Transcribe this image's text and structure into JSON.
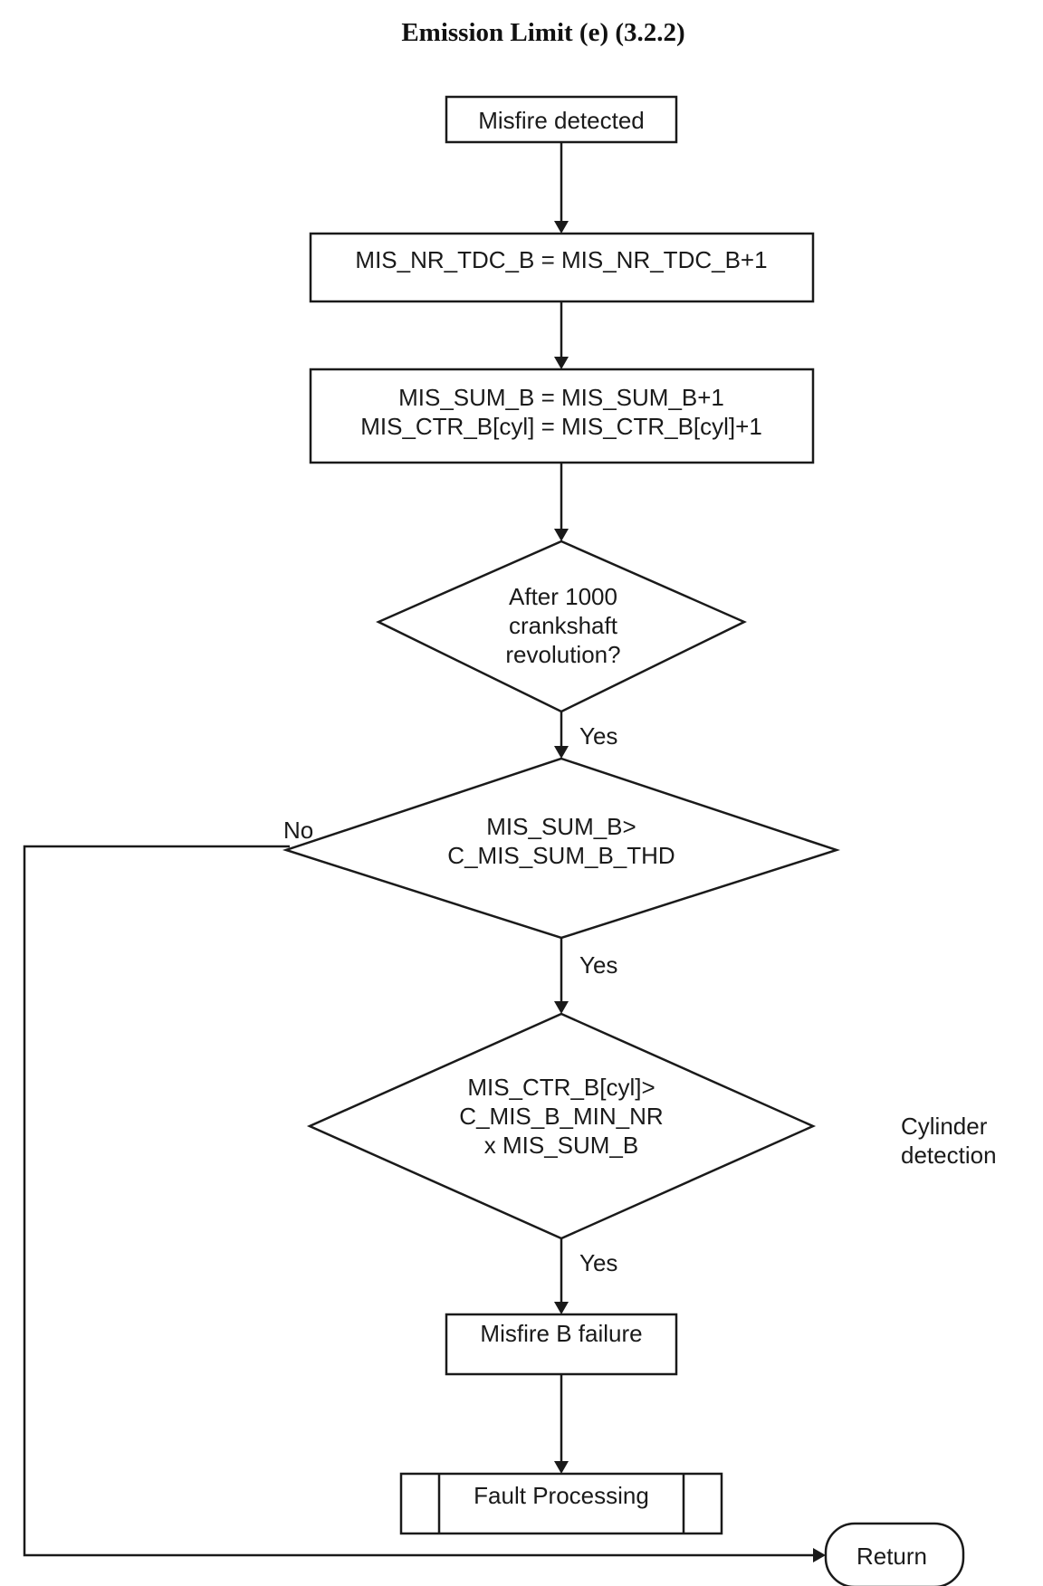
{
  "title": "Emission Limit (e) (3.2.2)",
  "nodes": {
    "misfire_detected": {
      "lines": [
        "Misfire detected"
      ]
    },
    "tdc_increment": {
      "lines": [
        "MIS_NR_TDC_B = MIS_NR_TDC_B+1"
      ]
    },
    "sum_ctr_increment": {
      "lines": [
        "MIS_SUM_B = MIS_SUM_B+1",
        "MIS_CTR_B[cyl] = MIS_CTR_B[cyl]+1"
      ]
    },
    "decision_revolutions": {
      "lines": [
        "After 1000",
        "crankshaft",
        "revolution?"
      ]
    },
    "decision_sum_threshold": {
      "lines": [
        "MIS_SUM_B>",
        "C_MIS_SUM_B_THD"
      ]
    },
    "decision_cylinder": {
      "lines": [
        "MIS_CTR_B[cyl]>",
        "C_MIS_B_MIN_NR",
        "x MIS_SUM_B"
      ]
    },
    "misfire_failure": {
      "lines": [
        "Misfire B failure"
      ]
    },
    "fault_processing": {
      "lines": [
        "Fault Processing"
      ]
    },
    "return": {
      "lines": [
        "Return"
      ]
    }
  },
  "edges": {
    "yes_1": "Yes",
    "yes_2": "Yes",
    "yes_3": "Yes",
    "no_1": "No"
  },
  "annotation": {
    "lines": [
      "Cylinder",
      "detection"
    ]
  }
}
